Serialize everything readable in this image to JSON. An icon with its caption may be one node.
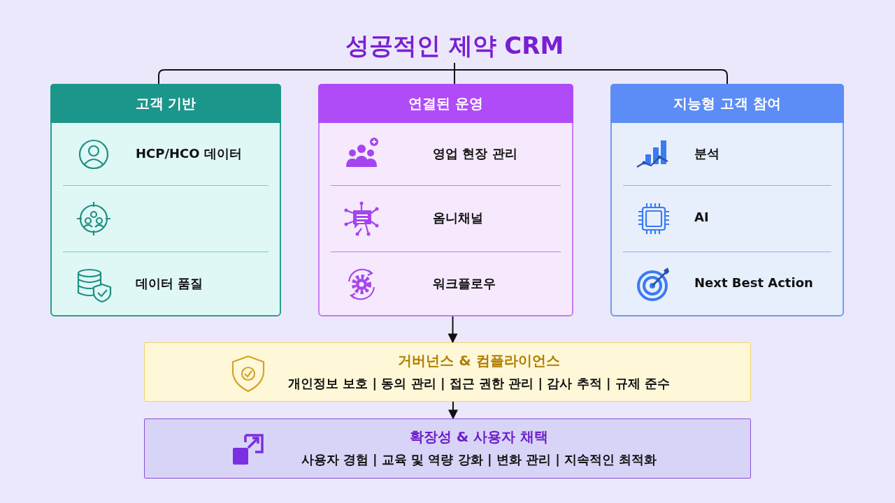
{
  "diagram": {
    "nodes": [
      {
        "text": [
          "성공적인 제약 CRM"
        ]
      },
      {
        "text": [
          "고객 기반",
          "HCP/HCO 데이터",
          "데이터 품질"
        ]
      },
      {
        "text": [
          "연결된 운영",
          "영업 현장 관리",
          "옴니채널",
          "워크플로우"
        ]
      },
      {
        "text": [
          "지능형 고객 참여",
          "분석",
          "AI",
          "Next Best Action"
        ]
      },
      {
        "text": [
          "거버넌스 & 컴플라이언스",
          "개인정보 보호 | 동의 관리 | 접근 권한 관리 | 감사 추적 | 규제 준수"
        ]
      },
      {
        "text": [
          "확장성 & 사용자 채택",
          "사용자 경험 | 교육 및 역량 강화 | 변화 관리 | 지속적인 최적화"
        ]
      }
    ],
    "edges": [
      {
        "from": 0,
        "to": 1,
        "arrow": "none"
      },
      {
        "from": 0,
        "to": 2,
        "arrow": "none"
      },
      {
        "from": 0,
        "to": 3,
        "arrow": "none"
      },
      {
        "from": 2,
        "to": 4,
        "arrow": "to"
      },
      {
        "from": 4,
        "to": 5,
        "arrow": "to"
      }
    ]
  }
}
